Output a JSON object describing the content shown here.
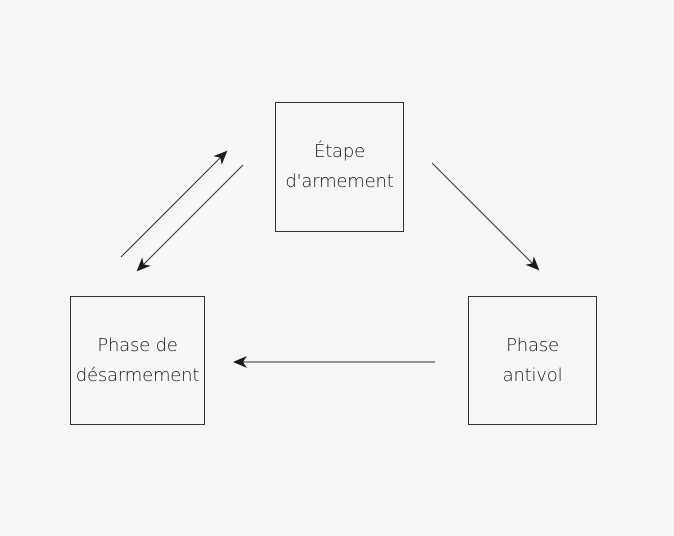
{
  "nodes": {
    "arming": {
      "line1": "Étape",
      "line2": "d'armement"
    },
    "disarming": {
      "line1": "Phase de",
      "line2": "désarmement"
    },
    "antitheft": {
      "line1": "Phase",
      "line2": "antivol"
    }
  },
  "colors": {
    "background": "#f5f6f5",
    "stroke": "#333333",
    "text": "#1a1a1a"
  }
}
